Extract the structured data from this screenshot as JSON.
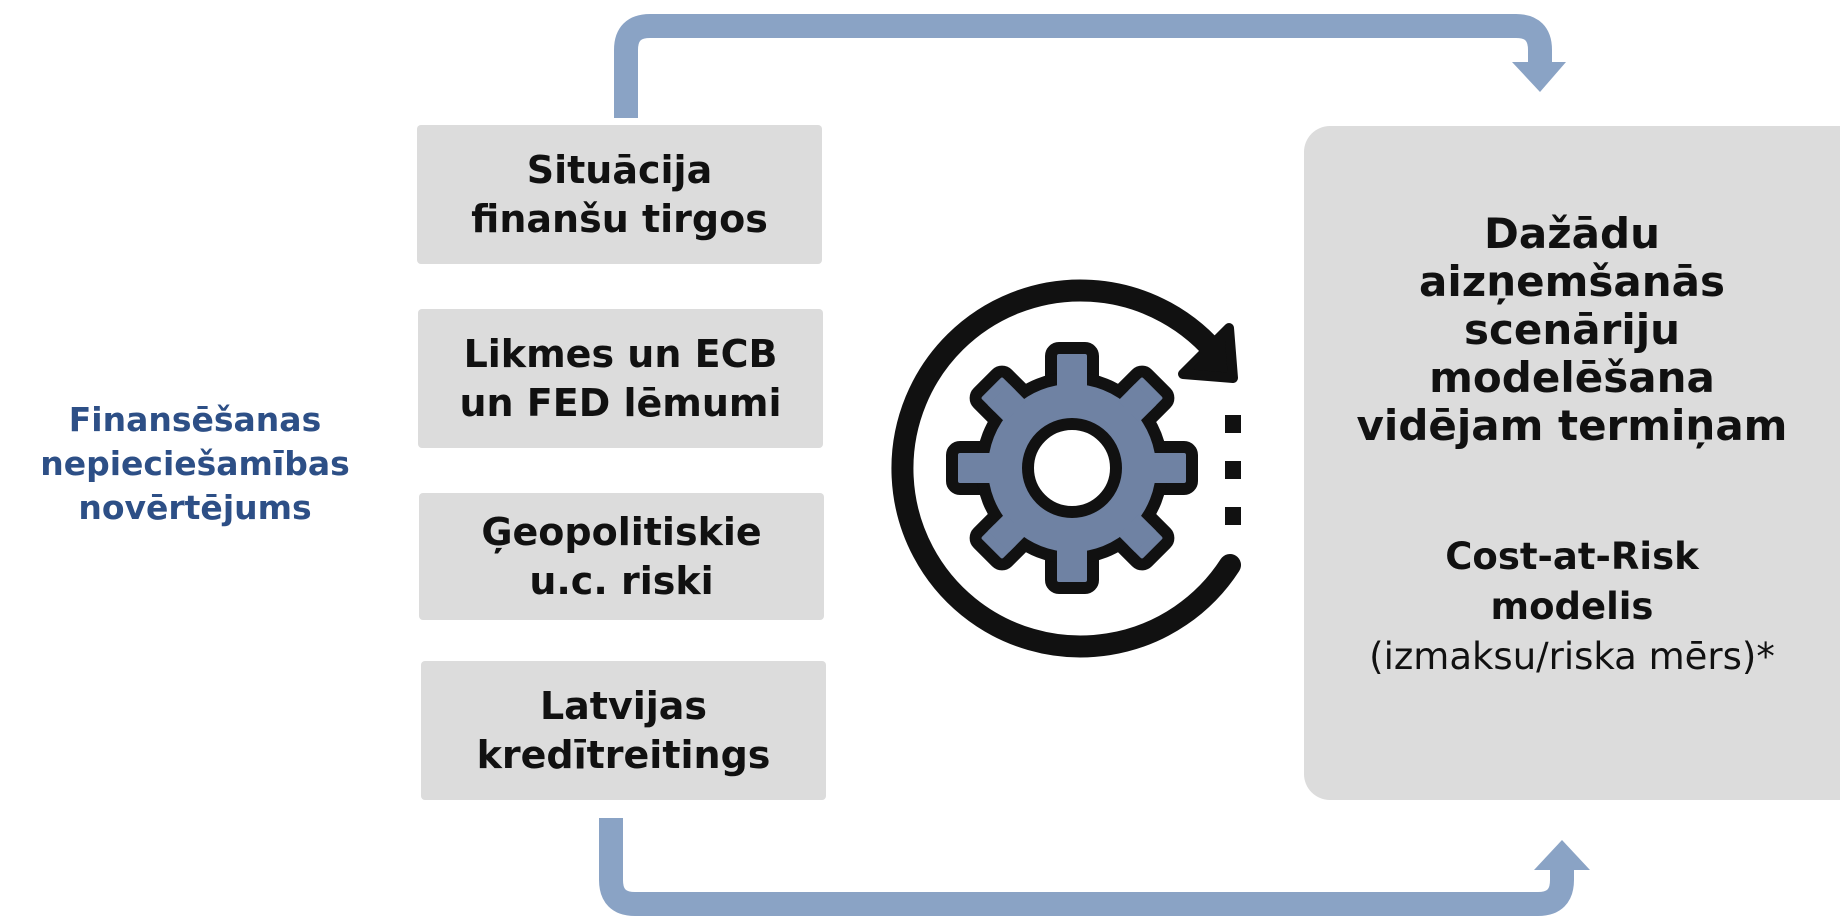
{
  "assessment_title": {
    "line1": "Finansēšanas",
    "line2": "nepieciešamības",
    "line3": "novērtējums"
  },
  "factors": [
    {
      "line1": "Situācija",
      "line2": "finanšu tirgos"
    },
    {
      "line1": "Likmes un ECB",
      "line2": "un FED lēmumi"
    },
    {
      "line1": "Ģeopolitiskie",
      "line2": "u.c. riski"
    },
    {
      "line1": "Latvijas",
      "line2": "kredītreitings"
    }
  ],
  "outcome": {
    "line1": "Dažādu",
    "line2": "aizņemšanās",
    "line3": "scenāriju",
    "line4": "modelēšana",
    "line5": "vidējam termiņam",
    "model_line1": "Cost-at-Risk",
    "model_line2": "modelis",
    "note": "(izmaksu/riska mērs)*"
  },
  "icons": {
    "process": "gear-cycle-icon",
    "flow_top": "curved-arrow-top",
    "flow_bottom": "curved-arrow-bottom"
  },
  "colors": {
    "arrow": "#8aa3c5",
    "title_text": "#2d4f86",
    "box_fill": "#dcdcdc",
    "gear_fill": "#6f82a3",
    "gear_outline": "#111111"
  }
}
